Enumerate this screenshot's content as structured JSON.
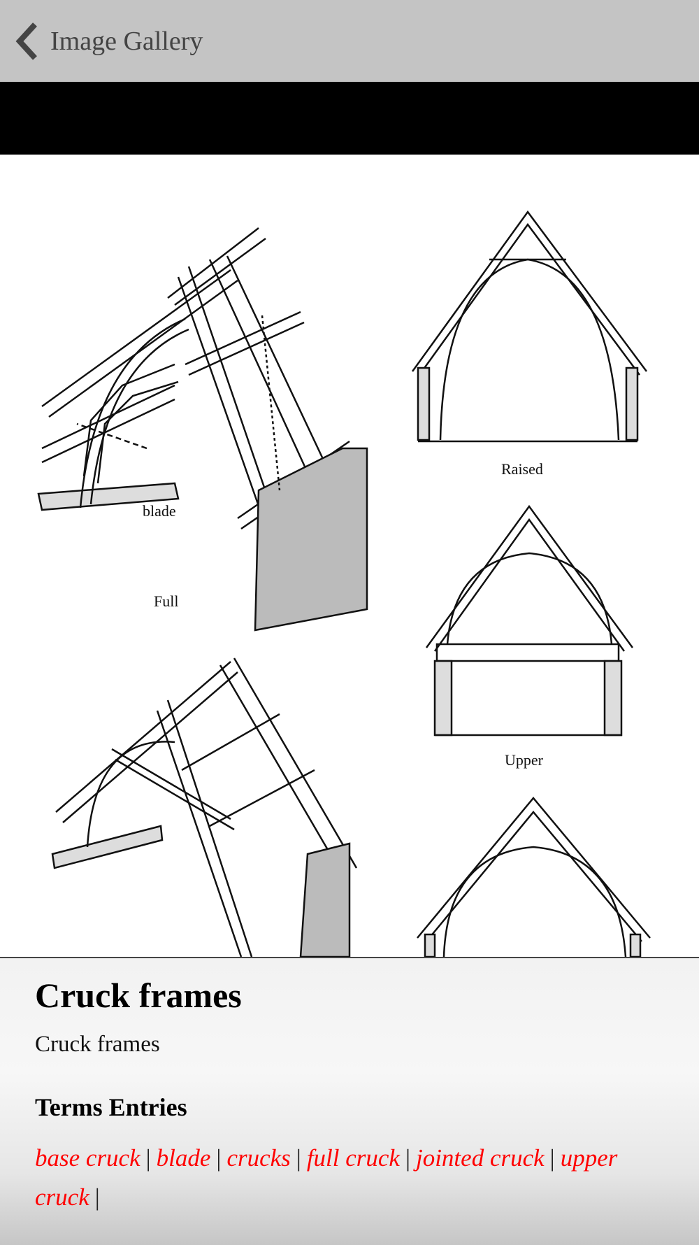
{
  "nav": {
    "back_label": "Image Gallery",
    "back_icon": "chevron-left-icon"
  },
  "figure": {
    "labels": {
      "full": "Full",
      "blade": "blade",
      "raised": "Raised",
      "upper": "Upper"
    }
  },
  "detail": {
    "title": "Cruck frames",
    "caption": "Cruck frames",
    "terms_heading": "Terms Entries",
    "terms": [
      {
        "label": "base cruck"
      },
      {
        "label": "blade"
      },
      {
        "label": "crucks"
      },
      {
        "label": "full cruck"
      },
      {
        "label": "jointed cruck"
      },
      {
        "label": "upper cruck"
      }
    ],
    "separator": "|"
  },
  "colors": {
    "link": "#ff0000",
    "topbar": "#c4c4c4"
  }
}
